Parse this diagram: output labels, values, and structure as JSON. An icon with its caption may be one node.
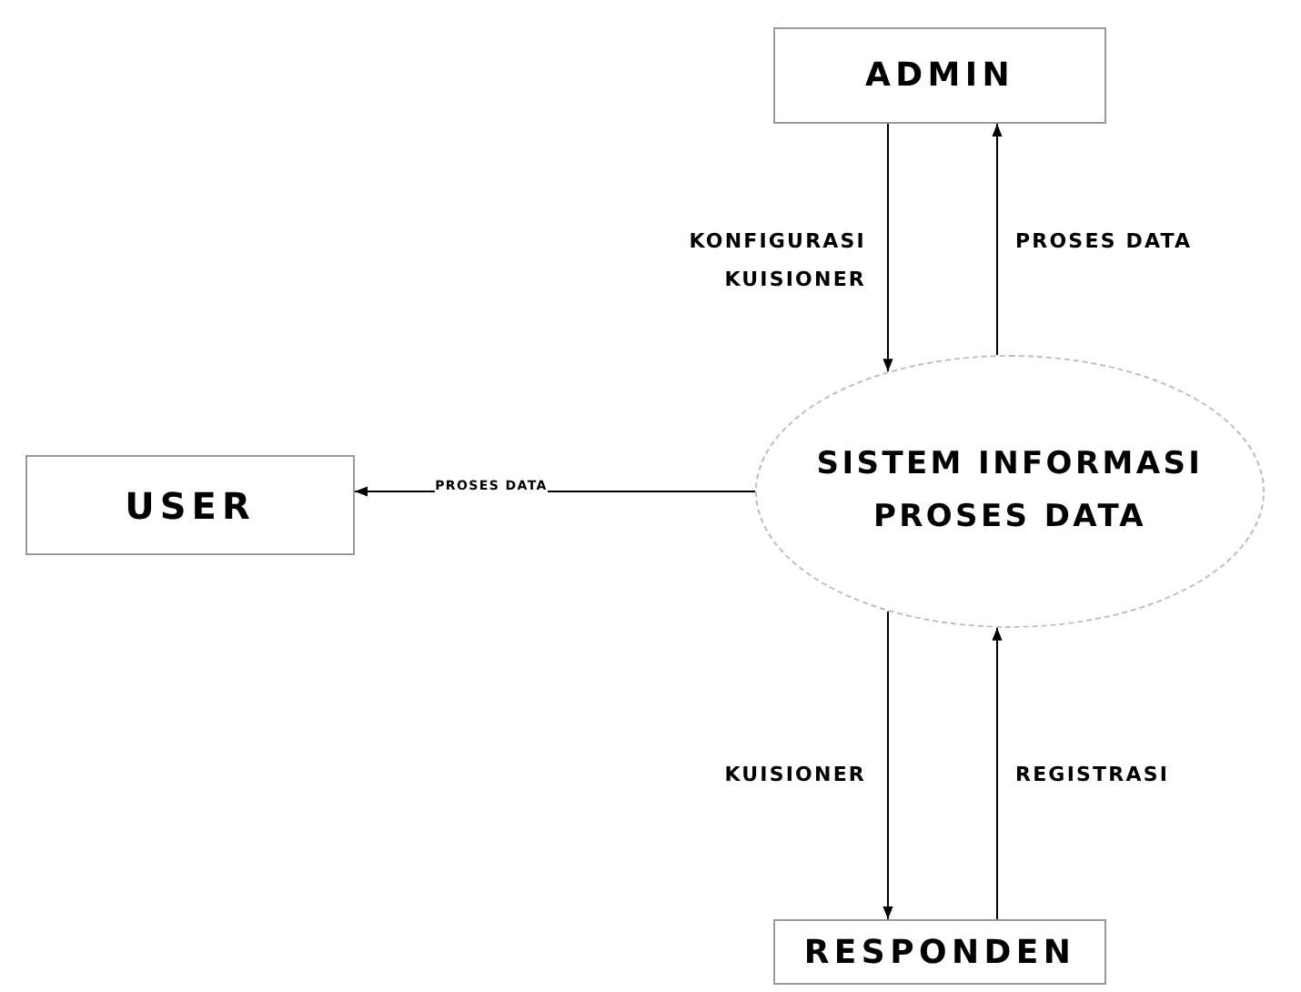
{
  "diagram": {
    "nodes": [
      {
        "text": [
          "ADMIN"
        ]
      },
      {
        "text": [
          "USER"
        ]
      },
      {
        "text": [
          "SISTEM INFORMASI PROSES DATA"
        ]
      },
      {
        "text": [
          "RESPONDEN"
        ]
      }
    ],
    "edges": [
      {
        "from": 0,
        "to": 2,
        "arrow": "to",
        "label": "KONFIGURASI KUISIONER"
      },
      {
        "from": 2,
        "to": 0,
        "arrow": "to",
        "label": "PROSES DATA"
      },
      {
        "from": 2,
        "to": 1,
        "arrow": "to",
        "label": "PROSES DATA"
      },
      {
        "from": 2,
        "to": 3,
        "arrow": "to",
        "label": "KUISIONER"
      },
      {
        "from": 3,
        "to": 2,
        "arrow": "to",
        "label": "REGISTRASI"
      }
    ]
  }
}
